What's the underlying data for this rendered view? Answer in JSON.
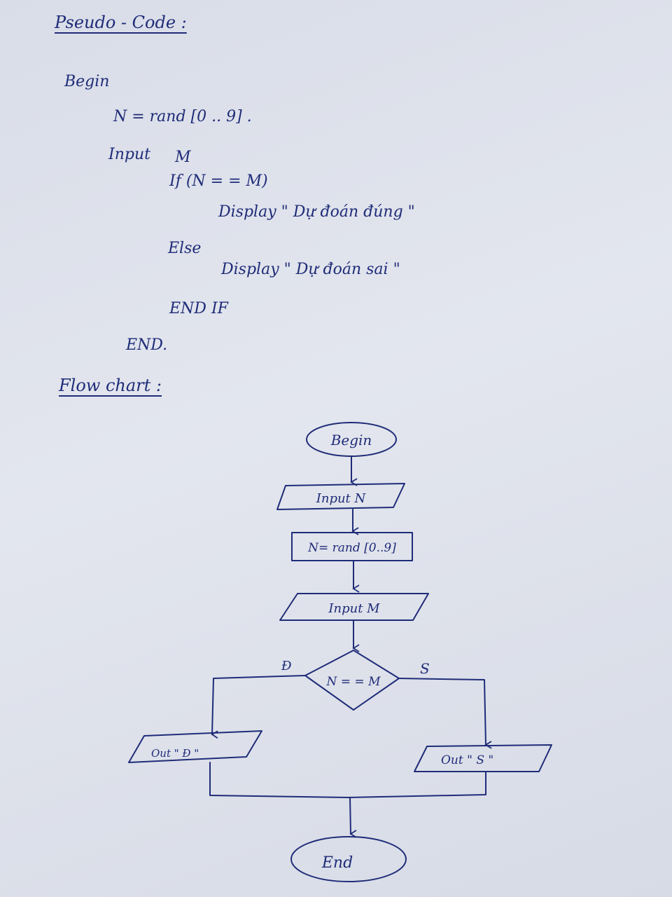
{
  "pseudocode": {
    "heading": "Pseudo - Code :",
    "lines": [
      "Begin",
      "N = rand [0 .. 9] .",
      "Input",
      "M",
      "If (N = = M)",
      "Display \" Dự đoán đúng \"",
      "Else",
      "Display \" Dự đoán sai \"",
      "END IF",
      "END."
    ]
  },
  "flowchart": {
    "heading": "Flow chart :",
    "begin": "Begin",
    "input_n": "Input  N",
    "assign": "N= rand [0..9]",
    "input_m": "Input  M",
    "decision": "N = = M",
    "false_label": "Đ",
    "true_label": "S",
    "out_left": "Out \" Đ \"",
    "out_right": "Out    \" S \"",
    "end": "End"
  },
  "colors": {
    "ink": "#1f2c78",
    "paper": "#dde1ea"
  }
}
